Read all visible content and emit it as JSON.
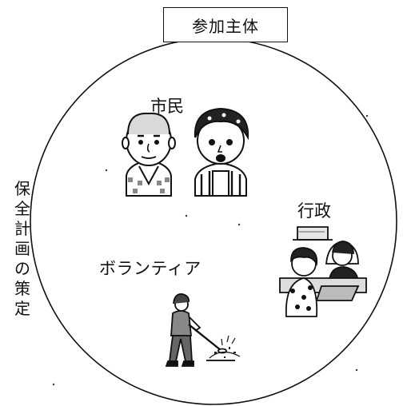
{
  "diagram": {
    "title": "参加主体",
    "side_label": "保全計画の策定",
    "groups": {
      "citizens": "市民",
      "administration": "行政",
      "volunteers": "ボランティア"
    }
  },
  "icons": {
    "citizens": [
      "elderly-man-icon",
      "woman-in-kerchief-icon"
    ],
    "administration": "office-counter-meeting-icon",
    "volunteers": "volunteer-grass-cutter-icon"
  }
}
